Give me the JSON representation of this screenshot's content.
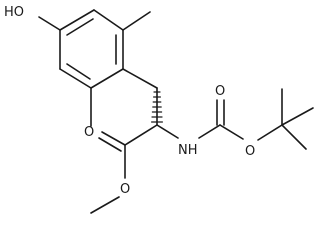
{
  "molecule": {
    "atom_labels": {
      "ho": "HO",
      "nh": "NH",
      "o_carbamate_carbonyl": "O",
      "o_carbamate_ether": "O",
      "o_ester_carbonyl": "O",
      "o_ester_ether": "O"
    },
    "stereo": {
      "alpha_carbon_bond": "hashed-wedge"
    },
    "colors": {
      "bond": "#1a1a1a",
      "label": "#1a1a1a",
      "background": "#ffffff"
    }
  }
}
